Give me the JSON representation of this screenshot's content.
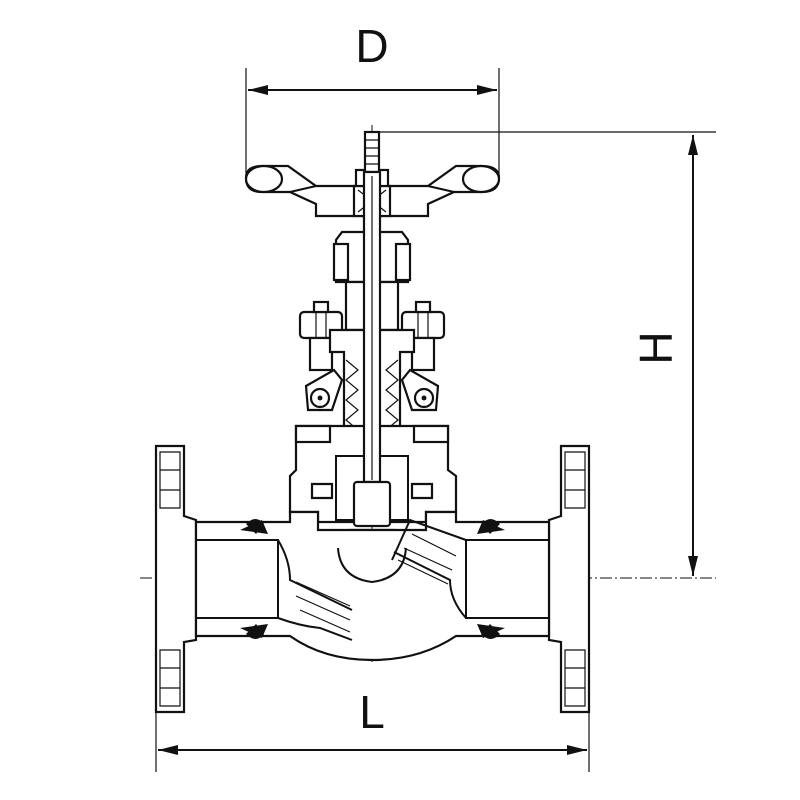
{
  "dimensions": {
    "diameter_label": "D",
    "height_label": "H",
    "length_label": "L"
  },
  "colors": {
    "line": "#111111",
    "background": "#ffffff"
  }
}
